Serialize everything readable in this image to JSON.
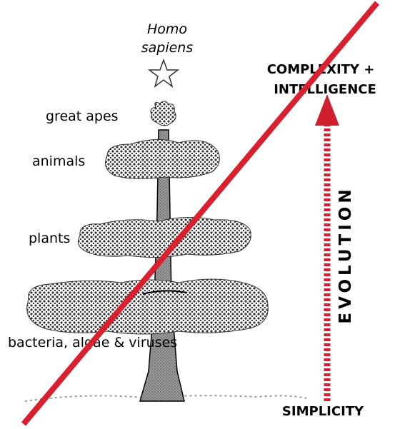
{
  "tree": {
    "top_label_line1": "Homo",
    "top_label_line2": "sapiens",
    "branches": [
      {
        "label": "great apes"
      },
      {
        "label": "animals"
      },
      {
        "label": "plants"
      },
      {
        "label": "bacteria, algae & viruses"
      }
    ]
  },
  "axis": {
    "top_label_line1": "COMPLEXITY +",
    "top_label_line2": "INTELLIGENCE",
    "vertical_label": "EVOLUTION",
    "bottom_label": "SIMPLICITY"
  },
  "colors": {
    "strike_line": "#d8202f",
    "arrow": "#d0202f",
    "dots": "#333333",
    "trunk": "#888888"
  },
  "icons": {
    "top": "star-icon",
    "overlay": "diagonal-strike-line"
  }
}
